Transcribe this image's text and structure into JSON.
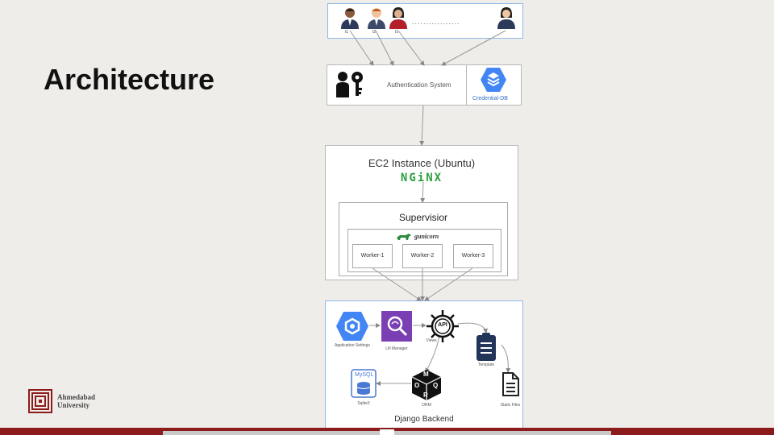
{
  "slide": {
    "title": "Architecture"
  },
  "logo": {
    "line1": "Ahmedabad",
    "line2": "University"
  },
  "users": {
    "dots": ".................",
    "tags": [
      "t1",
      "t2",
      "t1"
    ]
  },
  "auth": {
    "label": "Authentication System",
    "db_label": "Credential-DB"
  },
  "ec2": {
    "title": "EC2 Instance (Ubuntu)",
    "nginx": "NGiNX"
  },
  "supervisor": {
    "title": "Supervisior",
    "gunicorn": "gunicorn",
    "workers": [
      "Worker-1",
      "Worker-2",
      "Worker-3"
    ]
  },
  "django": {
    "title": "Django Backend",
    "components": {
      "app_settings": "Application Settings",
      "url_manager": "Url Manager",
      "views": "Views",
      "template": "Template",
      "static_files": "Static Files",
      "orm": "ORM",
      "sqlite": "Sqlite3",
      "api": "API",
      "mysql": "MySQL",
      "orm_letters": [
        "M",
        "O",
        "Q",
        "R"
      ]
    }
  },
  "colors": {
    "accent_red": "#8c1b1b",
    "nginx_green": "#2e9e3e",
    "gcp_blue": "#4285f4",
    "purple": "#7b3fb4"
  }
}
